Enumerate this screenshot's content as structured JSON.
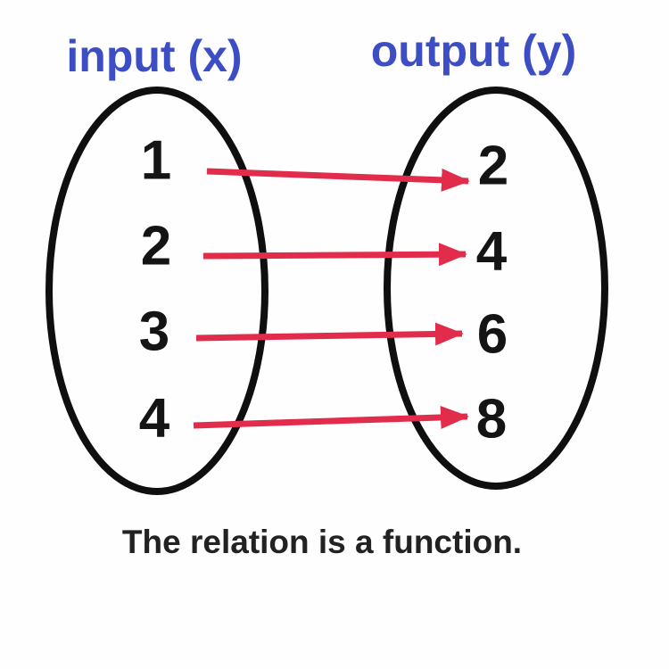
{
  "diagram": {
    "type": "function-mapping",
    "title_left": "input (x)",
    "title_right": "output (y)",
    "inputs": [
      "1",
      "2",
      "3",
      "4"
    ],
    "outputs": [
      "2",
      "4",
      "6",
      "8"
    ],
    "mappings": [
      {
        "from": "1",
        "to": "2"
      },
      {
        "from": "2",
        "to": "4"
      },
      {
        "from": "3",
        "to": "6"
      },
      {
        "from": "4",
        "to": "8"
      }
    ],
    "caption": "The relation is a function."
  },
  "colors": {
    "label_blue": "#3d4ec4",
    "arrow_red": "#e22c4c",
    "ink_black": "#0f0f0f",
    "caption_dark": "#222222",
    "background": "#fefefe"
  }
}
